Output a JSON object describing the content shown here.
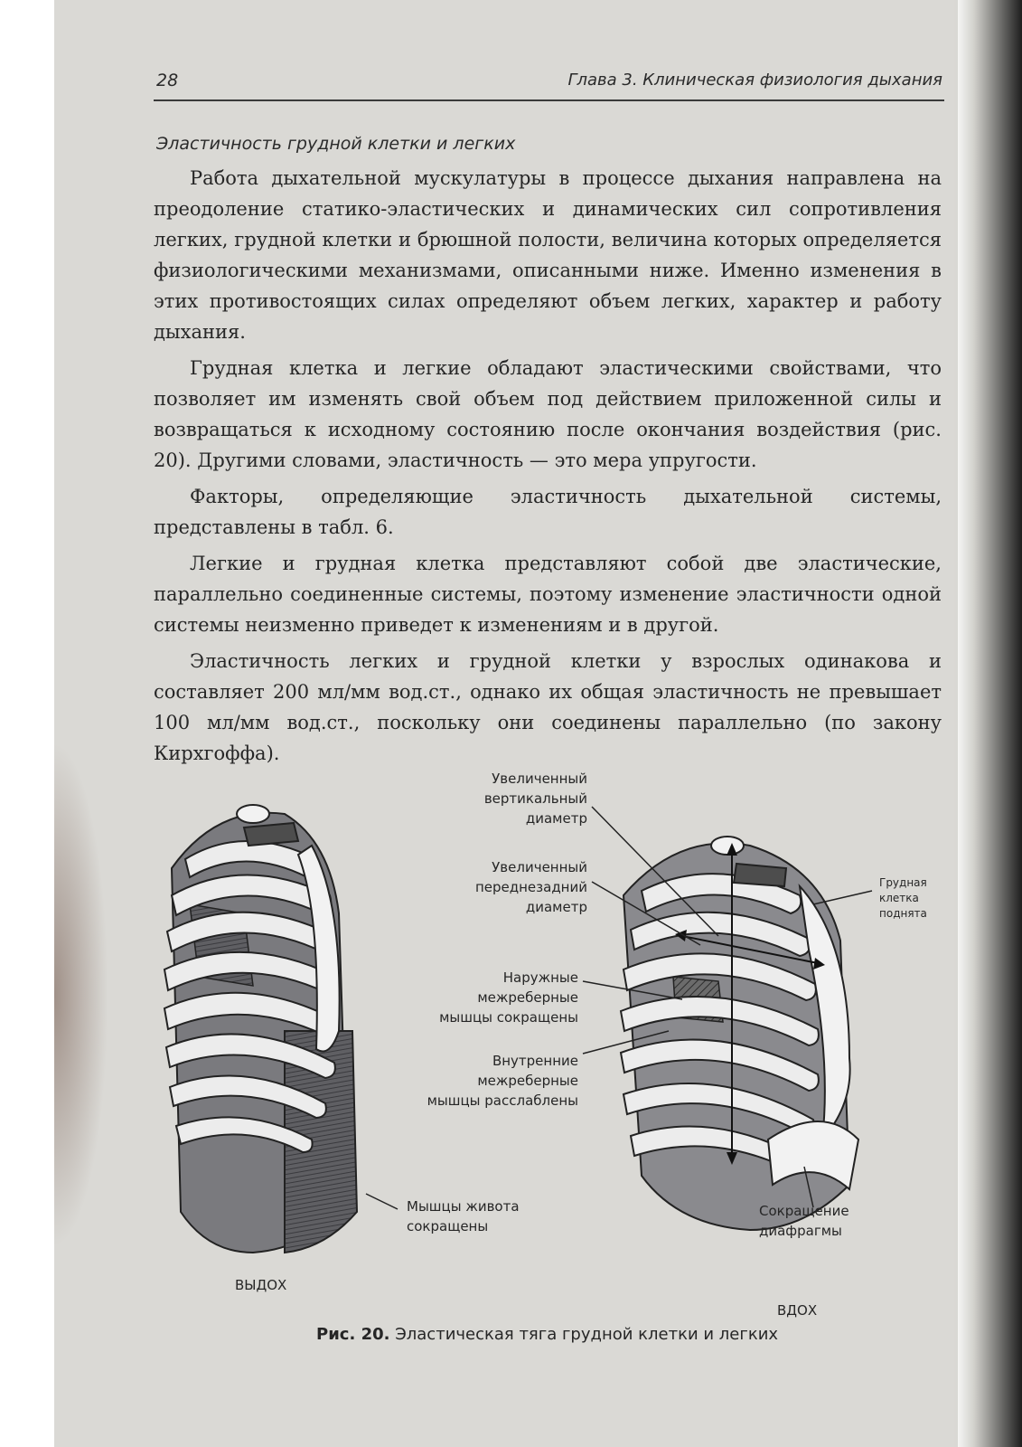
{
  "header": {
    "page_number": "28",
    "chapter_title": "Глава 3. Клиническая физиология дыхания"
  },
  "section_title": "Эластичность грудной клетки и легких",
  "paragraphs": [
    "Работа дыхательной мускулатуры в процессе дыхания направлена на преодоление статико-эластических и динамических сил сопротивления легких, грудной клетки и брюшной полости, величина которых определяется физиологическими механизмами, описанными ниже. Именно изменения в этих противостоящих силах определяют объем легких, характер и работу дыхания.",
    "Грудная клетка и легкие обладают эластическими свойствами, что позволяет им изменять свой объем под действием приложенной силы и возвращаться к исходному состоянию после окончания воздействия (рис. 20). Другими словами, эластичность — это мера упругости.",
    "Факторы, определяющие эластичность дыхательной системы, представлены в табл. 6.",
    "Легкие и грудная клетка представляют собой две эластические, параллельно соединенные системы, поэтому изменение эластичности одной системы неизменно приведет к изменениям и в другой.",
    "Эластичность легких и грудной клетки у взрослых одинакова и составляет 200 мл/мм вод.ст., однако их общая эластичность не превышает 100 мл/мм вод.ст., поскольку они соединены параллельно (по закону Кирхгоффа)."
  ],
  "figure": {
    "labels": {
      "vertical_diameter": "Увеличенный вертикальный диаметр",
      "ap_diameter": "Увеличенный переднезадний диаметр",
      "external_muscles": "Наружные межреберные мышцы сокращены",
      "internal_muscles": "Внутренние межреберные мышцы расслаблены",
      "abdominal_muscles": "Мышцы живота сокращены",
      "chest_raised": "Грудная клетка поднята",
      "diaphragm": "Сокращение диафрагмы",
      "exhale": "ВЫДОХ",
      "inhale": "ВДОХ"
    },
    "caption_number": "Рис. 20.",
    "caption_text": "Эластическая тяга грудной клетки и легких"
  }
}
